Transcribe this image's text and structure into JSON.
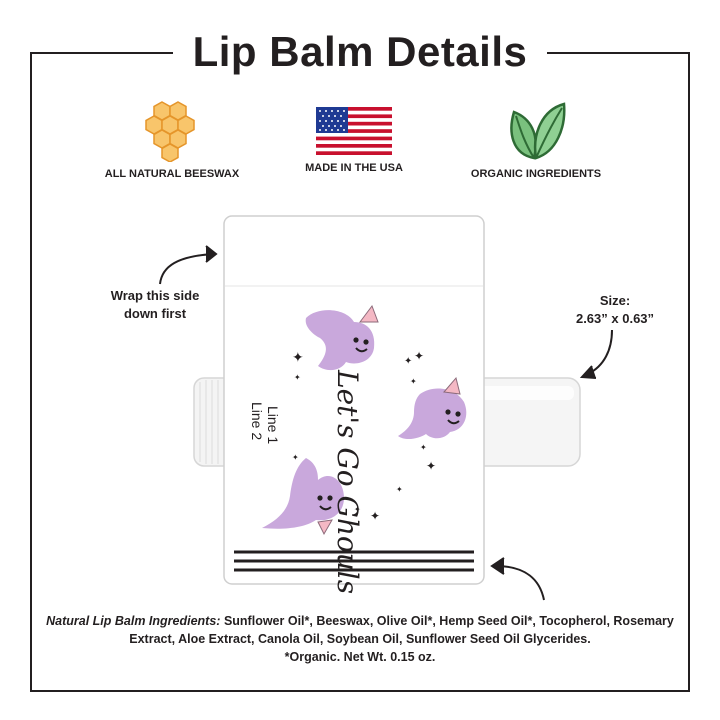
{
  "title": "Lip Balm Details",
  "features": [
    {
      "icon": "honeycomb-icon",
      "label": "ALL NATURAL BEESWAX",
      "color": "#f6b24a"
    },
    {
      "icon": "us-flag-icon",
      "label": "MADE IN THE USA",
      "color": "#c8102e"
    },
    {
      "icon": "leaves-icon",
      "label": "ORGANIC INGREDIENTS",
      "color": "#6fbf73"
    }
  ],
  "product": {
    "label_text_script": "Let's Go Ghouls",
    "custom_line_1": "Line 1",
    "custom_line_2": "Line 2",
    "ghost_color": "#c9a8dc"
  },
  "callouts": {
    "wrap_note": "Wrap this side down first",
    "size_title": "Size:",
    "size_value": "2.63” x 0.63”"
  },
  "ingredients": {
    "lead": "Natural Lip Balm Ingredients:",
    "text": "Sunflower Oil*, Beeswax, Olive Oil*, Hemp Seed Oil*, Tocopherol, Rosemary Extract, Aloe Extract, Canola Oil, Soybean Oil, Sunflower Seed Oil Glycerides.",
    "note": "*Organic. Net Wt. 0.15 oz."
  }
}
